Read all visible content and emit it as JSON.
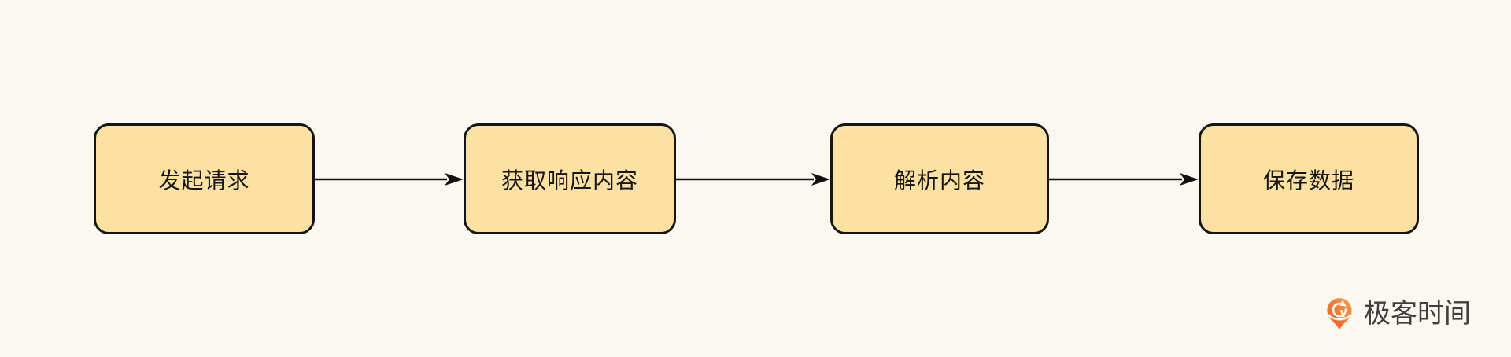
{
  "diagram": {
    "description": "crawler-workflow-flowchart",
    "steps": [
      {
        "label": "发起请求"
      },
      {
        "label": "获取响应内容"
      },
      {
        "label": "解析内容"
      },
      {
        "label": "保存数据"
      }
    ],
    "connections": [
      {
        "from": 0,
        "to": 1
      },
      {
        "from": 1,
        "to": 2
      },
      {
        "from": 2,
        "to": 3
      }
    ]
  },
  "branding": {
    "logo_text": "极客时间",
    "logo_icon": "geektime-pin-icon"
  },
  "colors": {
    "background": "#FAF8F1",
    "node_fill": "#FDE1A3",
    "node_border": "#141414",
    "arrow": "#111111",
    "node_text": "#151515",
    "brand_orange": "#E85E1E",
    "brand_orange_light": "#F79C4C",
    "logo_text_color": "#3F3F3D"
  }
}
